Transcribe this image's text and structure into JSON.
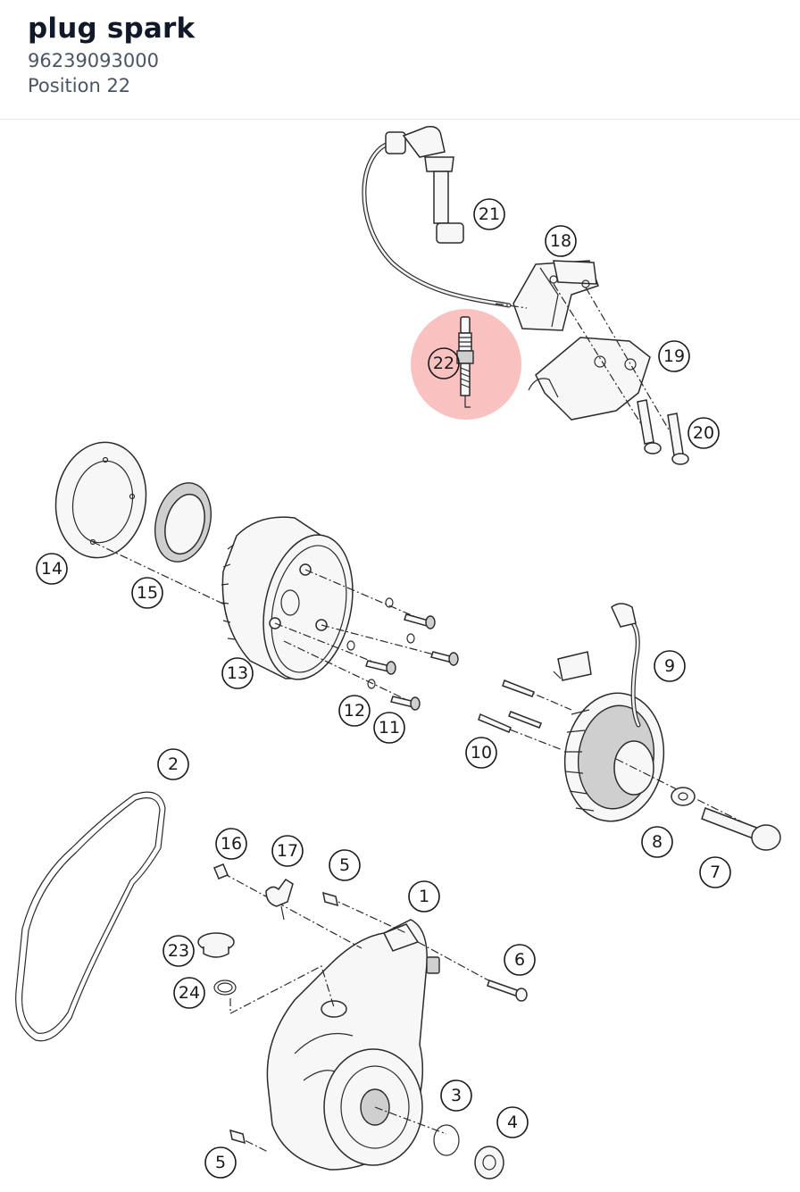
{
  "header": {
    "title": "plug spark",
    "part_number": "96239093000",
    "position_label": "Position 22"
  },
  "diagram": {
    "highlight_color": "#ef4444",
    "highlighted_callout": "22",
    "callouts": [
      {
        "label": "1"
      },
      {
        "label": "2"
      },
      {
        "label": "3"
      },
      {
        "label": "4"
      },
      {
        "label": "5"
      },
      {
        "label": "5"
      },
      {
        "label": "6"
      },
      {
        "label": "7"
      },
      {
        "label": "8"
      },
      {
        "label": "9"
      },
      {
        "label": "10"
      },
      {
        "label": "11"
      },
      {
        "label": "12"
      },
      {
        "label": "13"
      },
      {
        "label": "14"
      },
      {
        "label": "15"
      },
      {
        "label": "16"
      },
      {
        "label": "17"
      },
      {
        "label": "18"
      },
      {
        "label": "19"
      },
      {
        "label": "20"
      },
      {
        "label": "21"
      },
      {
        "label": "22"
      },
      {
        "label": "23"
      },
      {
        "label": "24"
      }
    ]
  }
}
